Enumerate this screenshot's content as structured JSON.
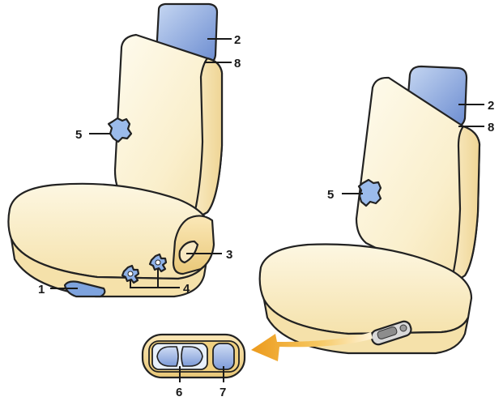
{
  "callouts": {
    "left_headrest": "2",
    "left_headrest_guide": "8",
    "left_lumbar_knob": "5",
    "seat_lever": "1",
    "recline_lever": "3",
    "height_knobs": "4",
    "right_headrest": "2",
    "right_headrest_guide": "8",
    "right_lumbar_knob": "5",
    "power_seat_switch": "6",
    "power_recline_switch": "7"
  },
  "colors": {
    "upholstery_light": "#fdf8e6",
    "upholstery_mid": "#f8e7b8",
    "upholstery_shadow": "#edd39a",
    "headrest_light": "#b8cdee",
    "headrest_dark": "#6f8fd3",
    "knob_blue": "#8fb2e8",
    "arrow_orange": "#f0a830",
    "panel_tan": "#f3d99a"
  }
}
